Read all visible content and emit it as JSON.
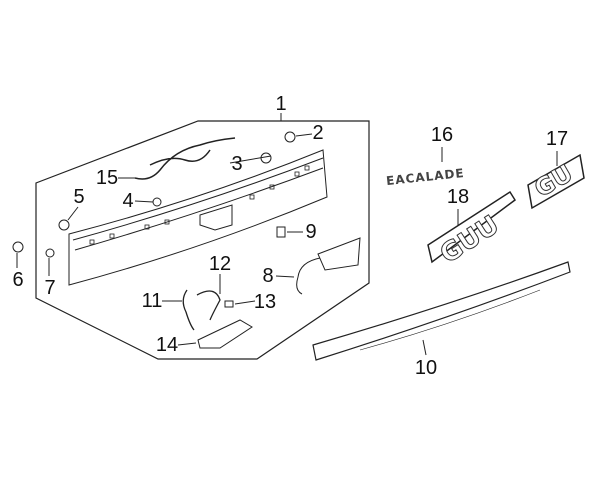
{
  "callouts": [
    "1",
    "2",
    "3",
    "4",
    "5",
    "6",
    "7",
    "8",
    "9",
    "10",
    "11",
    "12",
    "13",
    "14",
    "15",
    "16",
    "17",
    "18"
  ],
  "emblems": {
    "script": "EACALADE",
    "badge_large": "GUU",
    "badge_small": "GU"
  }
}
